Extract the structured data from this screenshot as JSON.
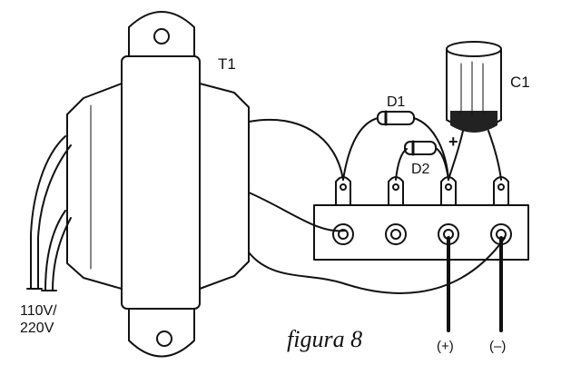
{
  "labels": {
    "transformer": "T1",
    "capacitor": "C1",
    "diode1": "D1",
    "diode2": "D2",
    "polarity_plus": "+",
    "mains_line1": "110V/",
    "mains_line2": "220V",
    "output_positive": "(+)",
    "output_negative": "(–)",
    "caption": "figura 8"
  },
  "colors": {
    "ink": "#111111",
    "paper": "#ffffff"
  }
}
